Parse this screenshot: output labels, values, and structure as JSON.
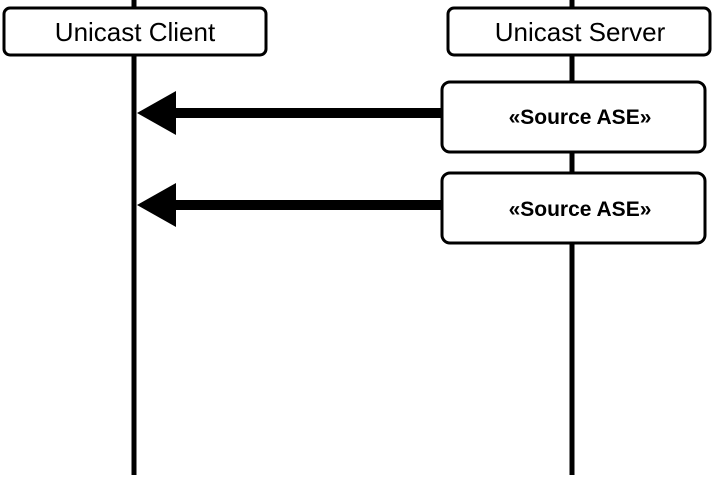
{
  "participants": {
    "client": {
      "label": "Unicast Client"
    },
    "server": {
      "label": "Unicast Server"
    }
  },
  "messages": [
    {
      "label": "«Source ASE»",
      "from": "server",
      "to": "client"
    },
    {
      "label": "«Source ASE»",
      "from": "server",
      "to": "client"
    }
  ],
  "colors": {
    "stroke": "#000000",
    "fill": "#ffffff"
  }
}
